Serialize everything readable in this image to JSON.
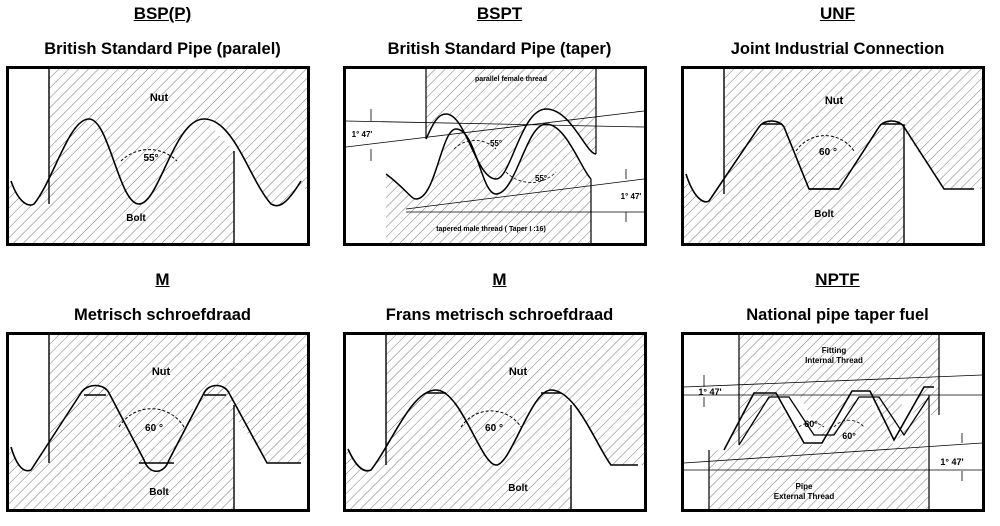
{
  "thread_types": [
    {
      "code": "BSP(P)",
      "name": "British Standard Pipe (paralel)",
      "labels": {
        "top": "Nut",
        "angle": "55°",
        "bottom": "Bolt"
      }
    },
    {
      "code": "BSPT",
      "name": "British Standard Pipe (taper)",
      "labels": {
        "top": "parallel female thread",
        "angle1": "55°",
        "angle2": "55°",
        "taper_left": "1° 47'",
        "taper_right": "1° 47'",
        "bottom": "tapered male thread  ( Taper I :16)"
      }
    },
    {
      "code": "UNF",
      "name": "Joint Industrial Connection",
      "labels": {
        "top": "Nut",
        "angle": "60 °",
        "bottom": "Bolt"
      }
    },
    {
      "code": "M",
      "name": "Metrisch schroefdraad",
      "labels": {
        "top": "Nut",
        "angle": "60 °",
        "bottom": "Bolt"
      }
    },
    {
      "code": "M",
      "name": "Frans metrisch schroefdraad",
      "labels": {
        "top": "Nut",
        "angle": "60 °",
        "bottom": "Bolt"
      }
    },
    {
      "code": "NPTF",
      "name": "National pipe taper fuel",
      "labels": {
        "top_line1": "Fitting",
        "top_line2": "Internal Thread",
        "angle1": "60°",
        "angle2": "60°",
        "taper_left": "1° 47'",
        "taper_right": "1° 47'",
        "bottom_line1": "Pipe",
        "bottom_line2": "External Thread"
      }
    }
  ]
}
